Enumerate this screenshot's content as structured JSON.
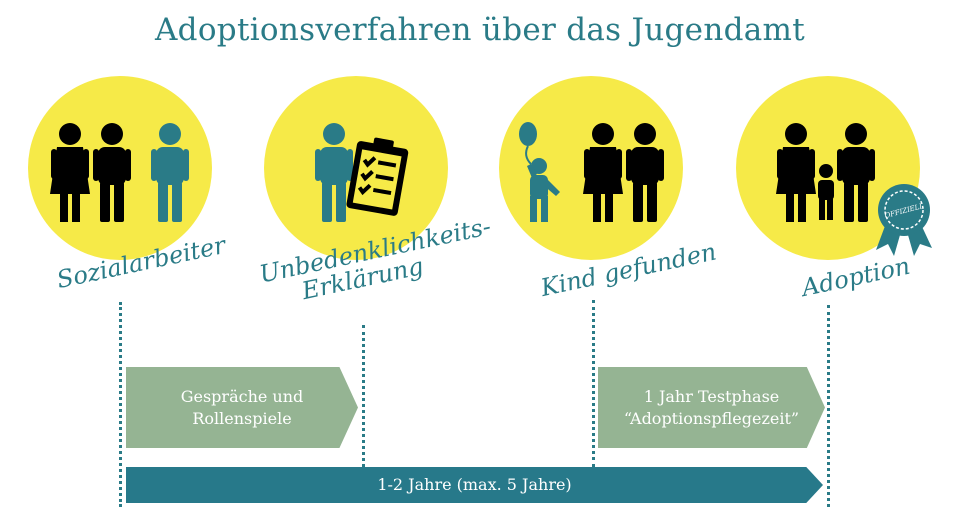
{
  "title": "Adoptionsverfahren über das Jugendamt",
  "colors": {
    "accent": "#2a7b87",
    "circle": "#f6ea48",
    "phase_green": "#95b493",
    "phase_teal": "#27798a"
  },
  "steps": [
    {
      "label": "Sozialarbeiter",
      "icon": "couple-and-social-worker-icon"
    },
    {
      "label": "Unbedenklichkeits-",
      "label2": "Erklärung",
      "icon": "social-worker-clipboard-icon"
    },
    {
      "label": "Kind gefunden",
      "icon": "child-with-balloon-and-couple-icon"
    },
    {
      "label": "Adoption",
      "icon": "family-with-official-rosette-icon"
    }
  ],
  "badge": "OFFIZIELL",
  "phases": [
    {
      "line1": "Gespräche und",
      "line2": "Rollenspiele"
    },
    {
      "line1": "1 Jahr Testphase",
      "line2": "“Adoptionspflegezeit”"
    }
  ],
  "duration": "1-2 Jahre (max. 5 Jahre)"
}
